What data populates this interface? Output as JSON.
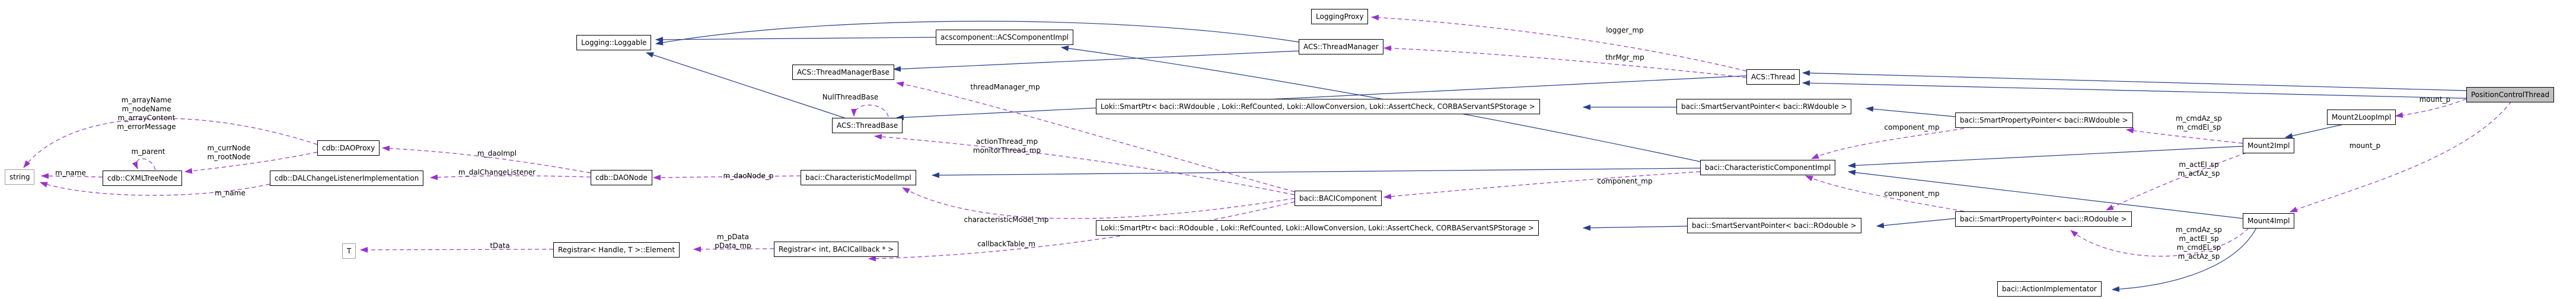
{
  "diagram": {
    "type": "doxygen-collaboration-graph",
    "focus_node": "PositionControlThread",
    "colors": {
      "inheritance_edge": "#27408b",
      "usage_edge": "#9a32cd",
      "node_border": "#000000",
      "external_node_border": "#9f9f9f",
      "node_background": "#ffffff",
      "focus_node_background": "#bfbfbf"
    }
  },
  "nodes": [
    {
      "label": "string"
    },
    {
      "label": "cdb::CXMLTreeNode"
    },
    {
      "label": "cdb::DAOProxy"
    },
    {
      "label": "cdb::DALChangeListenerImplementation"
    },
    {
      "label": "T"
    },
    {
      "label": "Registrar< Handle, T >::Element"
    },
    {
      "label": "cdb::DAONode"
    },
    {
      "label": "Registrar< int, BACICallback * >"
    },
    {
      "label": "Logging::Loggable"
    },
    {
      "label": "ACS::ThreadManagerBase"
    },
    {
      "label": "ACS::ThreadBase"
    },
    {
      "label": "baci::CharacteristicModelImpl"
    },
    {
      "label": "acscomponent::ACSComponentImpl"
    },
    {
      "label": "LoggingProxy"
    },
    {
      "label": "ACS::ThreadManager"
    },
    {
      "label": "Loki::SmartPtr< baci::RWdouble , Loki::RefCounted, Loki::AllowConversion, Loki::AssertCheck, CORBAServantSPStorage >"
    },
    {
      "label": "Loki::SmartPtr< baci::ROdouble , Loki::RefCounted, Loki::AllowConversion, Loki::AssertCheck, CORBAServantSPStorage >"
    },
    {
      "label": "baci::BACIComponent"
    },
    {
      "label": "baci::CharacteristicComponentImpl"
    },
    {
      "label": "baci::SmartServantPointer< baci::RWdouble >"
    },
    {
      "label": "baci::SmartServantPointer< baci::ROdouble >"
    },
    {
      "label": "baci::SmartPropertyPointer< baci::RWdouble >"
    },
    {
      "label": "baci::SmartPropertyPointer< baci::ROdouble >"
    },
    {
      "label": "ACS::Thread"
    },
    {
      "label": "baci::ActionImplementator"
    },
    {
      "label": "Mount2LoopImpl"
    },
    {
      "label": "Mount2Impl"
    },
    {
      "label": "Mount4Impl"
    },
    {
      "label": "PositionControlThread"
    }
  ],
  "labels": [
    {
      "text": "m_arrayName\nm_nodeName\nm_arrayContent\nm_errorMessage"
    },
    {
      "text": "m_parent"
    },
    {
      "text": "m_name"
    },
    {
      "text": "m_currNode\nm_rootNode"
    },
    {
      "text": "m_name"
    },
    {
      "text": "m_daoImpl"
    },
    {
      "text": "m_dalChangeListener"
    },
    {
      "text": "m_daoNode_p"
    },
    {
      "text": "tData"
    },
    {
      "text": "m_pData\npData_mp"
    },
    {
      "text": "threadManager_mp"
    },
    {
      "text": "NullThreadBase"
    },
    {
      "text": "actionThread_mp\nmonitorThread_mp"
    },
    {
      "text": "characteristicModel_mp"
    },
    {
      "text": "callbackTable_m"
    },
    {
      "text": "logger_mp"
    },
    {
      "text": "thrMgr_mp"
    },
    {
      "text": "component_mp"
    },
    {
      "text": "component_mp"
    },
    {
      "text": "component_mp"
    },
    {
      "text": "m_cmdAz_sp\nm_cmdEl_sp"
    },
    {
      "text": "m_actEl_sp\nm_actAz_sp"
    },
    {
      "text": "m_cmdAz_sp\nm_actEl_sp\nm_cmdEl_sp\nm_actAz_sp"
    },
    {
      "text": "mount_p"
    },
    {
      "text": "mount_p"
    }
  ]
}
